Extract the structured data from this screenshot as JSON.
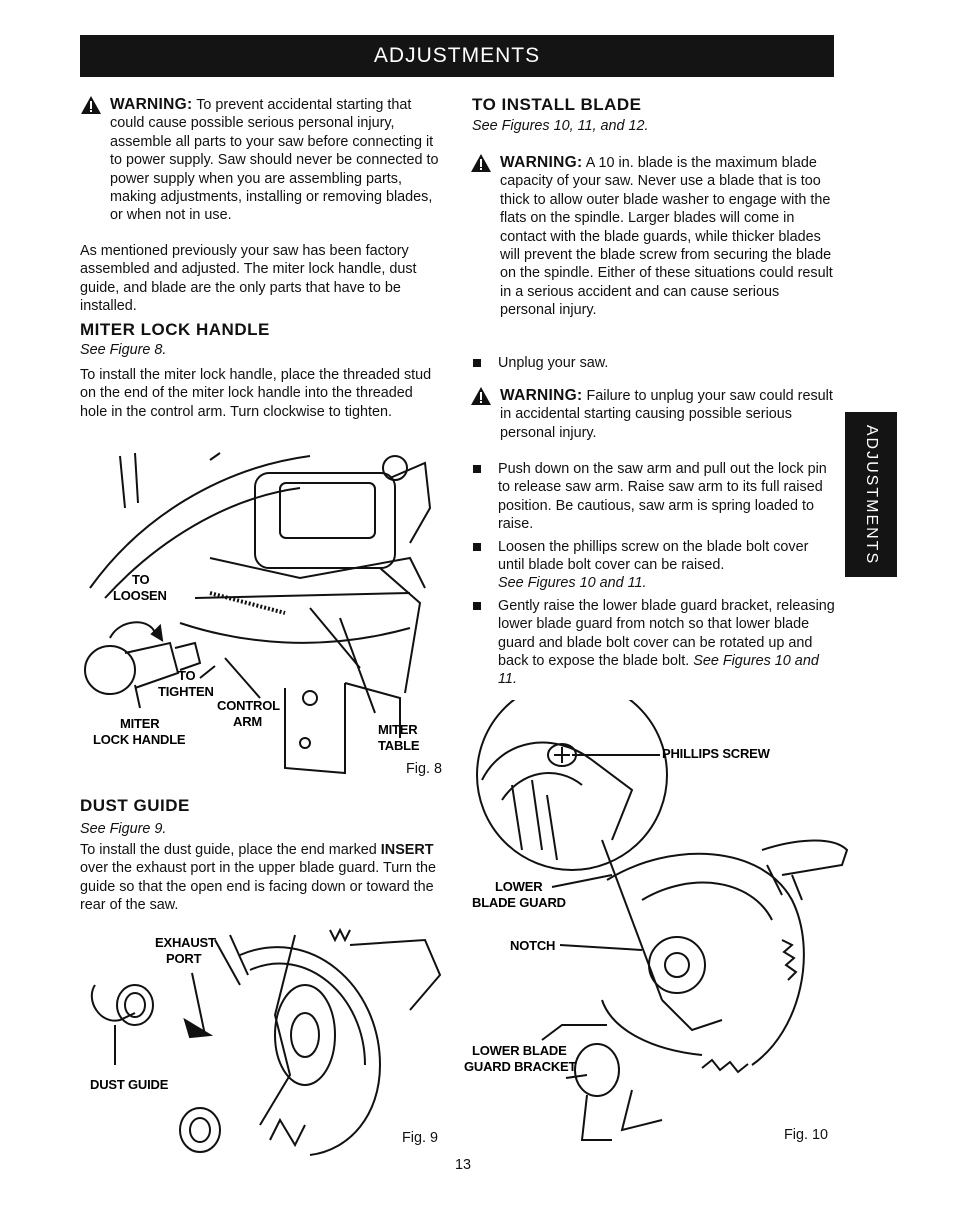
{
  "header": {
    "title": "ADJUSTMENTS"
  },
  "side_tab": {
    "label": "ADJUSTMENTS"
  },
  "left": {
    "warning": {
      "label": "WARNING:",
      "text": "To prevent accidental starting that could cause possible serious personal injury, assemble all parts to your saw before connecting it to power supply. Saw should never be connected to power supply when you are assembling parts, making adjustments, installing or removing blades, or when not in use."
    },
    "intro": "As mentioned previously your saw has been factory assembled and adjusted. The miter lock handle, dust guide, and blade are the only parts that have to be installed.",
    "miter_lock": {
      "heading": "MITER LOCK HANDLE",
      "ref": "See Figure 8.",
      "text": "To install the miter lock handle, place the threaded stud on the end of the miter lock handle into the threaded hole in the control arm. Turn clockwise to tighten."
    },
    "fig8": {
      "to_loosen": [
        "TO",
        "LOOSEN"
      ],
      "to_tighten": [
        "TO",
        "TIGHTEN"
      ],
      "control_arm": [
        "CONTROL",
        "ARM"
      ],
      "miter_lock_handle": [
        "MITER",
        "LOCK HANDLE"
      ],
      "miter_table": [
        "MITER",
        "TABLE"
      ],
      "caption": "Fig. 8"
    },
    "dust_guide": {
      "heading": "DUST GUIDE",
      "ref": "See Figure 9.",
      "text_before": "To install the dust guide, place the end marked ",
      "text_bold": "INSERT",
      "text_after": " over the exhaust port in the upper blade guard. Turn the guide so that the open end is facing down or toward the rear of the saw."
    },
    "fig9": {
      "exhaust_port": [
        "EXHAUST",
        "PORT"
      ],
      "dust_guide": "DUST GUIDE",
      "caption": "Fig. 9"
    }
  },
  "right": {
    "install_blade": {
      "heading": "TO INSTALL BLADE",
      "ref": "See Figures 10, 11, and 12."
    },
    "warning1": {
      "label": "WARNING:",
      "text": "A 10 in. blade is the maximum blade capacity of your saw. Never use a blade that is too thick to allow outer blade washer to engage with the flats on the spindle. Larger blades will come in contact with the blade guards, while thicker blades will prevent the blade screw from securing the blade on the spindle. Either of these situations could result in a serious accident and can cause serious personal injury."
    },
    "step_unplug": "Unplug your saw.",
    "warning2": {
      "label": "WARNING:",
      "text": "Failure to unplug your saw could result in accidental starting causing possible serious personal injury."
    },
    "steps": [
      {
        "text": "Push down on the saw arm and pull out the lock pin to release saw arm. Raise saw arm to its full raised position. Be cautious, saw arm is spring loaded to raise.",
        "ref": ""
      },
      {
        "text": "Loosen the phillips screw on the blade bolt cover until blade bolt cover can be raised.",
        "ref": "See Figures 10 and 11."
      },
      {
        "text": "Gently raise the lower blade guard bracket, releasing lower blade guard from notch so that lower blade guard and blade bolt cover can be rotated up and back to expose the blade bolt.",
        "ref": "See Figures 10 and 11."
      }
    ],
    "fig10": {
      "phillips_screw": "PHILLIPS SCREW",
      "lower_blade_guard": [
        "LOWER",
        "BLADE GUARD"
      ],
      "notch": "NOTCH",
      "lower_blade_guard_bracket": [
        "LOWER BLADE",
        "GUARD BRACKET"
      ],
      "caption": "Fig. 10"
    }
  },
  "footer": {
    "page_number": "13"
  }
}
